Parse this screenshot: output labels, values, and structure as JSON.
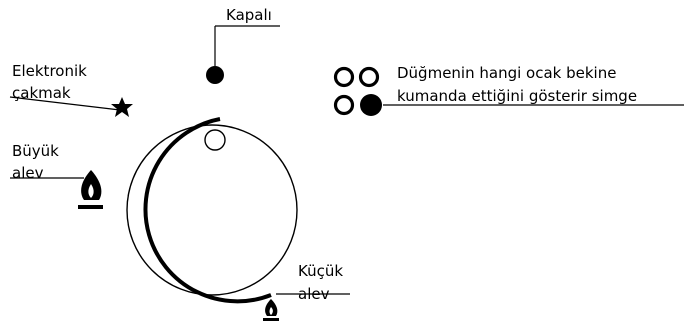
{
  "labels": {
    "off": "Kapalı",
    "ignition_line1": "Elektronik",
    "ignition_line2": "çakmak",
    "large_flame_line1": "Büyük",
    "large_flame_line2": "alev",
    "small_flame_line1": "Küçük",
    "small_flame_line2": "alev",
    "burner_symbol_line1": "Düğmenin hangi ocak bekine",
    "burner_symbol_line2": "kumanda ettiğini gösterir simge"
  },
  "icons": {
    "off_marker": "filled-circle-icon",
    "ignition": "spark-star-icon",
    "large_flame": "large-flame-icon",
    "small_flame": "small-flame-icon",
    "burner_selector": "burner-selector-icon"
  },
  "colors": {
    "ink": "#000000",
    "background": "#ffffff"
  }
}
